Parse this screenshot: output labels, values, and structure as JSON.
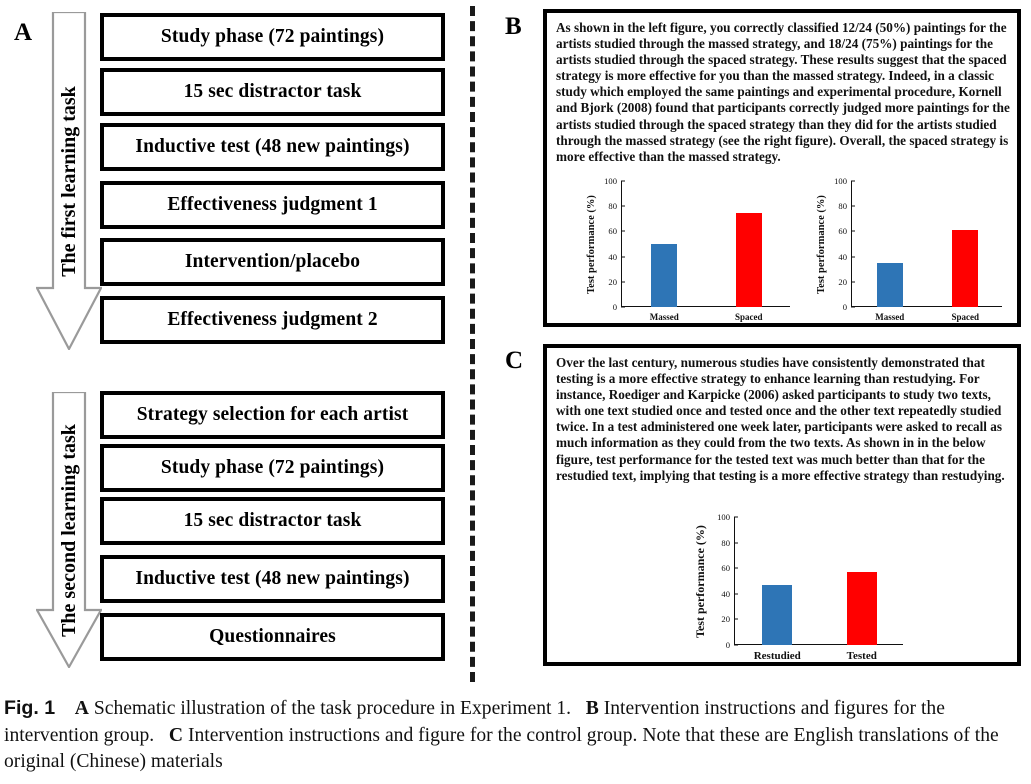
{
  "panels": {
    "a": {
      "letter": "A"
    },
    "b": {
      "letter": "B"
    },
    "c": {
      "letter": "C"
    }
  },
  "panel_a": {
    "flow1": {
      "arrow_label": "The first learning task",
      "steps": [
        "Study phase (72 paintings)",
        "15 sec distractor task",
        "Inductive test (48 new paintings)",
        "Effectiveness judgment 1",
        "Intervention/placebo",
        "Effectiveness judgment 2"
      ]
    },
    "flow2": {
      "arrow_label": "The second learning task",
      "steps": [
        "Strategy selection for each artist",
        "Study phase (72 paintings)",
        "15 sec distractor task",
        "Inductive test (48 new paintings)",
        "Questionnaires"
      ]
    }
  },
  "panel_b": {
    "body": "As shown in the left figure, you correctly classified 12/24 (50%) paintings for the artists studied through the massed strategy, and 18/24 (75%) paintings for the artists studied through the spaced strategy. These results suggest that the spaced strategy is more effective for you than the massed strategy. Indeed, in a classic study which employed the same paintings and experimental procedure, Kornell and Bjork (2008) found that participants correctly judged more paintings for the artists studied through the spaced strategy than they did for the artists studied through the massed strategy (see the right figure). Overall, the spaced strategy is more effective than the massed strategy."
  },
  "panel_c": {
    "body": "Over the last century, numerous studies have consistently demonstrated that testing is a more effective strategy to enhance learning than restudying. For instance, Roediger and Karpicke (2006) asked participants to study two texts, with one text studied once and tested once and the other text repeatedly studied twice. In a test administered one week later, participants were asked to recall as much information as they could from the two texts. As shown in in the below figure, test performance for the tested text was much better than that for the restudied text, implying that testing is a more effective strategy than restudying."
  },
  "colors": {
    "bar_blue": "#2E75B6",
    "bar_red": "#FF0000",
    "axis": "#111111",
    "box_border": "#000000",
    "divider": "#1A1A1A"
  },
  "chart_data": [
    {
      "id": "b-left",
      "type": "bar",
      "title": "",
      "xlabel": "",
      "ylabel": "Test performance (%)",
      "categories": [
        "Massed",
        "Spaced"
      ],
      "values": [
        50,
        75
      ],
      "colors": [
        "#2E75B6",
        "#FF0000"
      ],
      "ylim": [
        0,
        100
      ],
      "yticks": [
        0,
        20,
        40,
        60,
        80,
        100
      ],
      "grid": false,
      "legend": "none"
    },
    {
      "id": "b-right",
      "type": "bar",
      "title": "",
      "xlabel": "",
      "ylabel": "Test performance (%)",
      "categories": [
        "Massed",
        "Spaced"
      ],
      "values": [
        35,
        61
      ],
      "colors": [
        "#2E75B6",
        "#FF0000"
      ],
      "ylim": [
        0,
        100
      ],
      "yticks": [
        0,
        20,
        40,
        60,
        80,
        100
      ],
      "grid": false,
      "legend": "none"
    },
    {
      "id": "c-main",
      "type": "bar",
      "title": "",
      "xlabel": "",
      "ylabel": "Test performance (%)",
      "categories": [
        "Restudied",
        "Tested"
      ],
      "values": [
        47,
        57
      ],
      "colors": [
        "#2E75B6",
        "#FF0000"
      ],
      "ylim": [
        0,
        100
      ],
      "yticks": [
        0,
        20,
        40,
        60,
        80,
        100
      ],
      "grid": false,
      "legend": "none"
    }
  ],
  "caption": {
    "fig_label": "Fig. 1",
    "a_mark": "A",
    "a_text": "Schematic illustration of the task procedure in Experiment 1.",
    "b_mark": "B",
    "b_text": "Intervention instructions and figures for the intervention group.",
    "c_mark": "C",
    "c_text": "Intervention instructions and figure for the control group. Note that these are English translations of the original (Chinese) materials"
  }
}
